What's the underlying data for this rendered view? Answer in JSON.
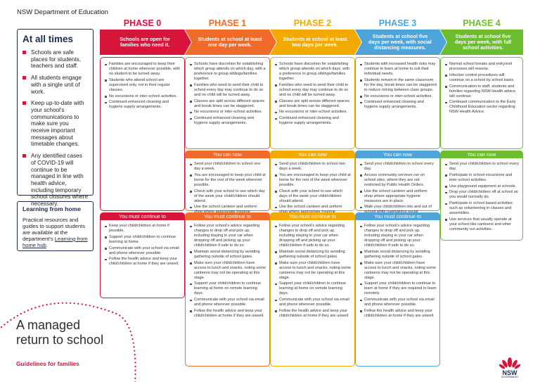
{
  "header": {
    "dept": "NSW Department of Education"
  },
  "at_all_times": {
    "title": "At all times",
    "items": [
      "Schools are safe places for students, teachers and staff.",
      "All students engage with a single unit of work.",
      "Keep up-to-date with your school's communications to make sure you receive important messages about timetable changes.",
      "Any identified cases of COVID-19 will continue to be managed in line with health advice, including temporary school closures where necessary."
    ]
  },
  "learning_from_home": {
    "title": "Learning from home",
    "text": "Practical resources and guides to support students are available at the department's ",
    "link": "Learning from home hub",
    "suffix": "."
  },
  "title": {
    "line1": "A managed",
    "line2": "return to school",
    "subtitle": "Guidelines for families"
  },
  "logo": {
    "text": "NSW",
    "sub": "GOVERNMENT"
  },
  "bars": {
    "can": "You can now",
    "must": "You must continue to"
  },
  "colors": {
    "phase0": "#d7153a",
    "phase1": "#f06b2a",
    "phase2": "#f2a900",
    "phase3": "#4ea3d9",
    "phase4": "#6cbd30",
    "navy": "#1d2a48"
  },
  "phases": [
    {
      "label": "PHASE 0",
      "desc": "Schools are open for families who need it.",
      "top": [
        "Families are encouraged to keep their children at home wherever possible, with no student to be turned away.",
        "Students who attend school are supervised only, not in their regular classes.",
        "No excursions or inter-school activities.",
        "Continued enhanced cleaning and hygiene supply arrangements."
      ],
      "can": [],
      "must": [
        "Keep your child/children at home if possible.",
        "Support your child/children to continue learning at home.",
        "Communicate with your school via email and phone wherever possible.",
        "Follow the health advice and keep your child/children at home if they are unwell."
      ]
    },
    {
      "label": "PHASE 1",
      "desc": "Students at school at least one day per week.",
      "top": [
        "Schools have discretion for establishing which group attends on which day, with a preference to group siblings/families together.",
        "Families who need to send their child to school every day may continue to do so and no child will be turned away.",
        "Classes are split across different spaces and break times can be staggered.",
        "No excursions or inter-school activities.",
        "Continued enhanced cleaning and hygiene supply arrangements."
      ],
      "can": [
        "Send your child/children to school one day a week.",
        "You are encouraged to keep your child at home for the rest of the week wherever possible.",
        "Check with your school to see which day of the week your child/children should attend.",
        "Use the school canteen and uniform shop where appropriate hygiene measures are in place."
      ],
      "must": [
        "Follow your school's advice regarding changes to drop off and pick up, including staying in your car when dropping off and picking up your child/children if safe to do so.",
        "Maintain social distancing by avoiding gathering outside of school gates.",
        "Make sure your child/children have access to lunch and snacks, noting some canteens may not be operating at this stage.",
        "Support your child/children to continue learning at home on remote learning days.",
        "Communicate with your school via email and phone wherever possible.",
        "Follow the health advice and keep your child/children at home if they are unwell."
      ]
    },
    {
      "label": "PHASE 2",
      "desc": "Students at school at least two days per week.",
      "top": [
        "Schools have discretion for establishing which group attends on which days, with a preference to group siblings/families together.",
        "Families who need to send their child to school every day may continue to do so and no child will be turned away.",
        "Classes are split across different spaces and break times can be staggered.",
        "No excursions or inter-school activities.",
        "Continued enhanced cleaning and hygiene supply arrangements."
      ],
      "can": [
        "Send your child/children to school two days a week.",
        "You are encouraged to keep your child at home for the rest of the week wherever possible.",
        "Check with your school to see which days of the week your child/children should attend.",
        "Use the school canteen and uniform shop where appropriate hygiene measures are in place."
      ],
      "must": [
        "Follow your school's advice regarding changes to drop off and pick up, including staying in your car when dropping off and picking up your child/children if safe to do so.",
        "Maintain social distancing by avoiding gathering outside of school gates.",
        "Make sure your child/children have access to lunch and snacks, noting some canteens may not be operating at this stage.",
        "Support your child/children to continue learning at home on remote learning days.",
        "Communicate with your school via email and phone wherever possible.",
        "Follow the health advice and keep your child/children at home if they are unwell."
      ]
    },
    {
      "label": "PHASE 3",
      "desc": "Students at school five days per week, with social distancing measures.",
      "top": [
        "Students with increased health risks may continue to learn at home to suit their individual needs.",
        "Students remain in the same classroom for the day, break times can be staggered to reduce mixing between class groups.",
        "No excursions or inter-school activities.",
        "Continued enhanced cleaning and hygiene supply arrangements."
      ],
      "can": [
        "Send your child/children to school every day.",
        "Access community services run on school sites, where they are not restricted by Public Health Orders.",
        "Use the school canteen and uniform shop where appropriate hygiene measures are in place.",
        "Walk your child/children into and out of school while maintaining social distancing."
      ],
      "must": [
        "Follow your school's advice regarding changes to drop off and pick up, including staying in your car when dropping off and picking up your child/children if safe to do so.",
        "Maintain social distancing by avoiding gathering outside of school gates.",
        "Make sure your child/children have access to lunch and snacks, noting some canteens may not be operating at this stage.",
        "Support your child/children to continue to learn at home if they are required to learn remotely.",
        "Communicate with your school via email and phone wherever possible.",
        "Follow the health advice and keep your child/children at home if they are unwell."
      ]
    },
    {
      "label": "PHASE 4",
      "desc": "Students at school five days per week, with full school activities.",
      "top": [
        "Normal school breaks and entry/exit processes will resume.",
        "Infection control procedures will continue on a school by school basis.",
        "Communication to staff, students and families regarding NSW Health advice will continue.",
        "Continued communication to the Early Childhood Education sector regarding NSW Health Advice."
      ],
      "can": [
        "Send your child/children to school every day.",
        "Participate in school excursions and inter-school activities.",
        "Use playground equipment at schools.",
        "Drop your child/children off at school as you would normally do.",
        "Participate in school based activities such as volunteering in classes and assemblies.",
        "Use services that usually operate at your school like canteens and other community run activities."
      ],
      "must": []
    }
  ]
}
